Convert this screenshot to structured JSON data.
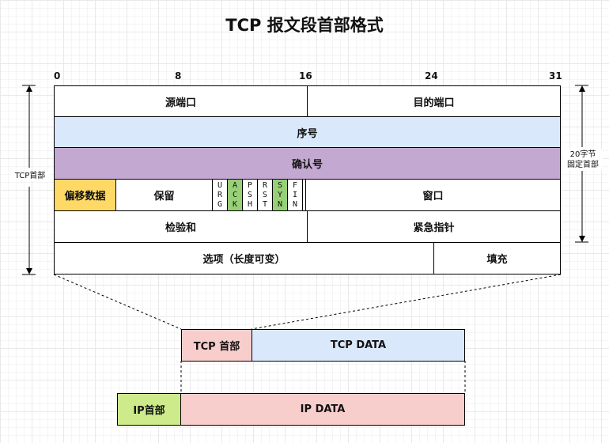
{
  "title": "TCP 报文段首部格式",
  "bit_numbers": [
    "0",
    "8",
    "16",
    "24",
    "31"
  ],
  "rows": {
    "source_port": "源端口",
    "dest_port": "目的端口",
    "seq": "序号",
    "ack_no": "确认号",
    "offset": "偏移数据",
    "reserved": "保留",
    "flags": [
      {
        "name": "URG",
        "letters": [
          "U",
          "R",
          "G"
        ]
      },
      {
        "name": "ACK",
        "letters": [
          "A",
          "C",
          "K"
        ]
      },
      {
        "name": "PSH",
        "letters": [
          "P",
          "S",
          "H"
        ]
      },
      {
        "name": "RST",
        "letters": [
          "R",
          "S",
          "T"
        ]
      },
      {
        "name": "SYN",
        "letters": [
          "S",
          "Y",
          "N"
        ]
      },
      {
        "name": "FIN",
        "letters": [
          "F",
          "I",
          "N"
        ]
      }
    ],
    "window": "窗口",
    "checksum": "检验和",
    "urgent": "紧急指针",
    "options": "选项（长度可变）",
    "padding": "填充"
  },
  "labels": {
    "tcp_header": "TCP首部",
    "fixed_line1": "20字节",
    "fixed_line2": "固定首部"
  },
  "segment": {
    "tcp_header": "TCP 首部",
    "tcp_data": "TCP DATA",
    "ip_header": "IP首部",
    "ip_data": "IP DATA"
  },
  "colors": {
    "seq_fill": "#dae8fc",
    "ack_fill": "#c3a8d1",
    "offset_fill": "#ffd966",
    "flag_highlight": "#97d077",
    "tcp_header_fill": "#f8cecc",
    "tcp_data_fill": "#dae8fc",
    "ip_header_fill": "#cdeb8b",
    "ip_data_fill": "#f8cecc"
  }
}
